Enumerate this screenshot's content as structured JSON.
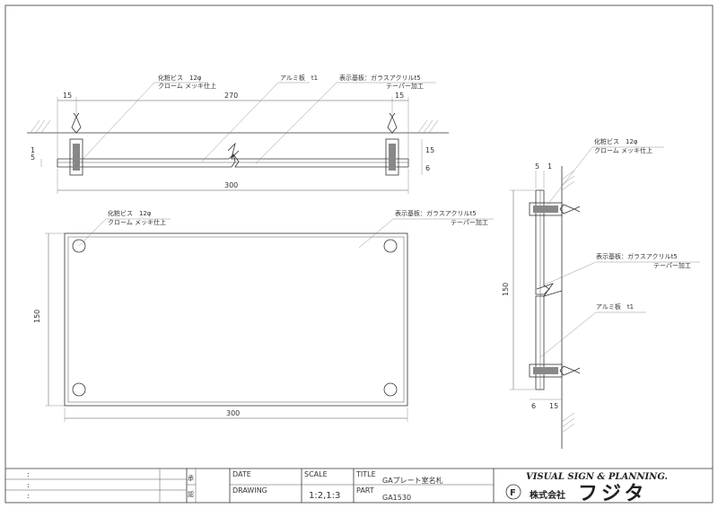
{
  "callouts": {
    "screw_top": "化粧ビス　12φ",
    "screw_bottom": "クローム メッキ仕上",
    "alu_plate": "アルミ板　t1",
    "base_top": "表示基板：ガラスアクリルt5",
    "base_bottom": "テーパー加工"
  },
  "dimensions": {
    "margin": "15",
    "span": "270",
    "width": "300",
    "height": "150",
    "t5": "5",
    "t1": "1",
    "t6": "6"
  },
  "title_block": {
    "date_label": "DATE",
    "scale_label": "SCALE",
    "title_label": "TITLE",
    "drawing_label": "DRAWING",
    "part_label": "PART",
    "scale_value": "1:2,1:3",
    "title_value": "GAプレート室名札",
    "part_value": "GA1530",
    "revision_rows": [
      ":",
      ":",
      ":"
    ],
    "stamp_mark_a": "承",
    "stamp_mark_b": "認",
    "logo_line1": "VISUAL SIGN & PLANNING.",
    "logo_line2": "株式会社",
    "logo_line3": "フジタ",
    "logo_badge": "F"
  }
}
